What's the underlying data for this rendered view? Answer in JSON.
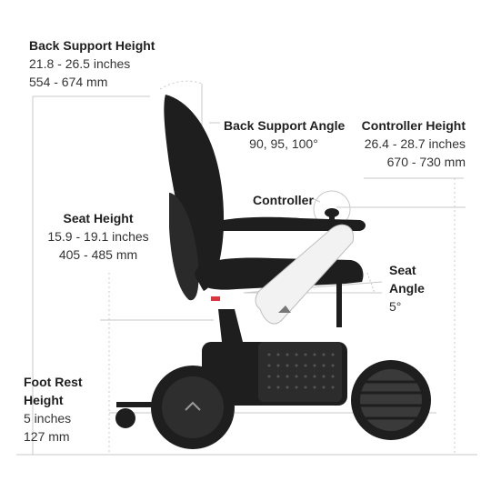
{
  "back_support_height": {
    "title": "Back Support Height",
    "inches": "21.8 - 26.5 inches",
    "mm": "554 - 674 mm"
  },
  "back_support_angle": {
    "title": "Back Support Angle",
    "values": "90, 95, 100°"
  },
  "controller_height": {
    "title": "Controller Height",
    "inches": "26.4 - 28.7 inches",
    "mm": "670 - 730 mm"
  },
  "controller": {
    "title": "Controller"
  },
  "seat_height": {
    "title": "Seat Height",
    "inches": "15.9 - 19.1 inches",
    "mm": "405 - 485 mm"
  },
  "seat_angle": {
    "title_line1": "Seat",
    "title_line2": "Angle",
    "value": "5°"
  },
  "foot_rest_height": {
    "title_line1": "Foot Rest",
    "title_line2": "Height",
    "inches": "5 inches",
    "mm": "127 mm"
  },
  "colors": {
    "dimension_line": "#c8c8c8",
    "chair_dark": "#1e1e1e",
    "chair_light": "#f2f2f2",
    "accent_red": "#d9363e"
  }
}
